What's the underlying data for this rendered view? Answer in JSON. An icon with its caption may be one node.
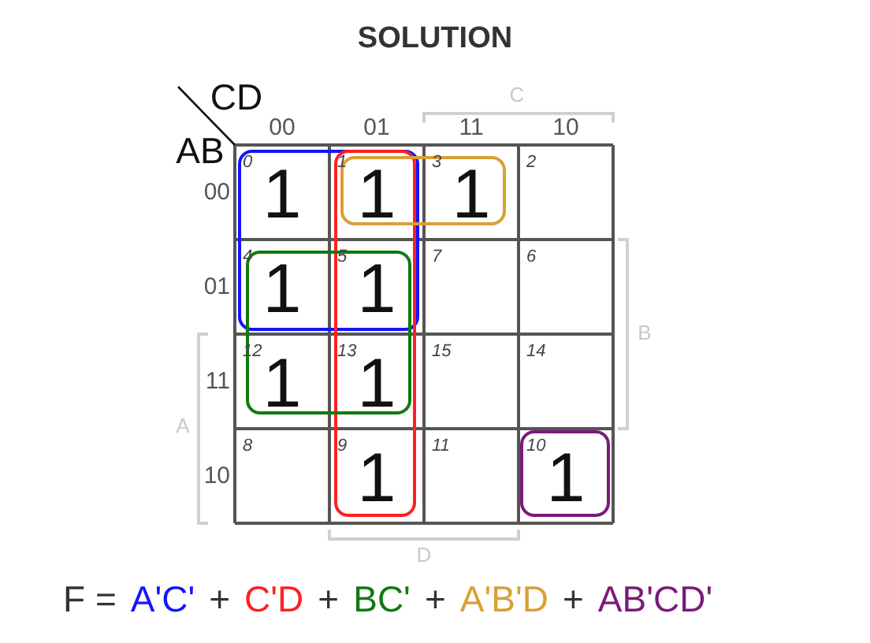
{
  "diagram": {
    "title": "SOLUTION",
    "labels": [
      "C",
      "CD",
      "00",
      "01",
      "11",
      "10",
      "AB",
      "00",
      "0",
      "1",
      "1",
      "1",
      "3",
      "1",
      "2",
      "01",
      "4",
      "1",
      "5",
      "1",
      "7",
      "6",
      "B",
      "11",
      "12",
      "1",
      "13",
      "1",
      "15",
      "14",
      "A",
      "10",
      "8",
      "9",
      "1",
      "11",
      "10",
      "1",
      "D",
      "F =",
      "+",
      "+",
      "+",
      "+"
    ],
    "legend": [
      {
        "text": "A'C'",
        "color": "#1414ff"
      },
      {
        "text": "C'D",
        "color": "#ff2020"
      },
      {
        "text": "BC'",
        "color": "#107a10"
      },
      {
        "text": "A'B'D",
        "color": "#d8a035"
      },
      {
        "text": "AB'CD'",
        "color": "#7a1a7a"
      }
    ]
  }
}
